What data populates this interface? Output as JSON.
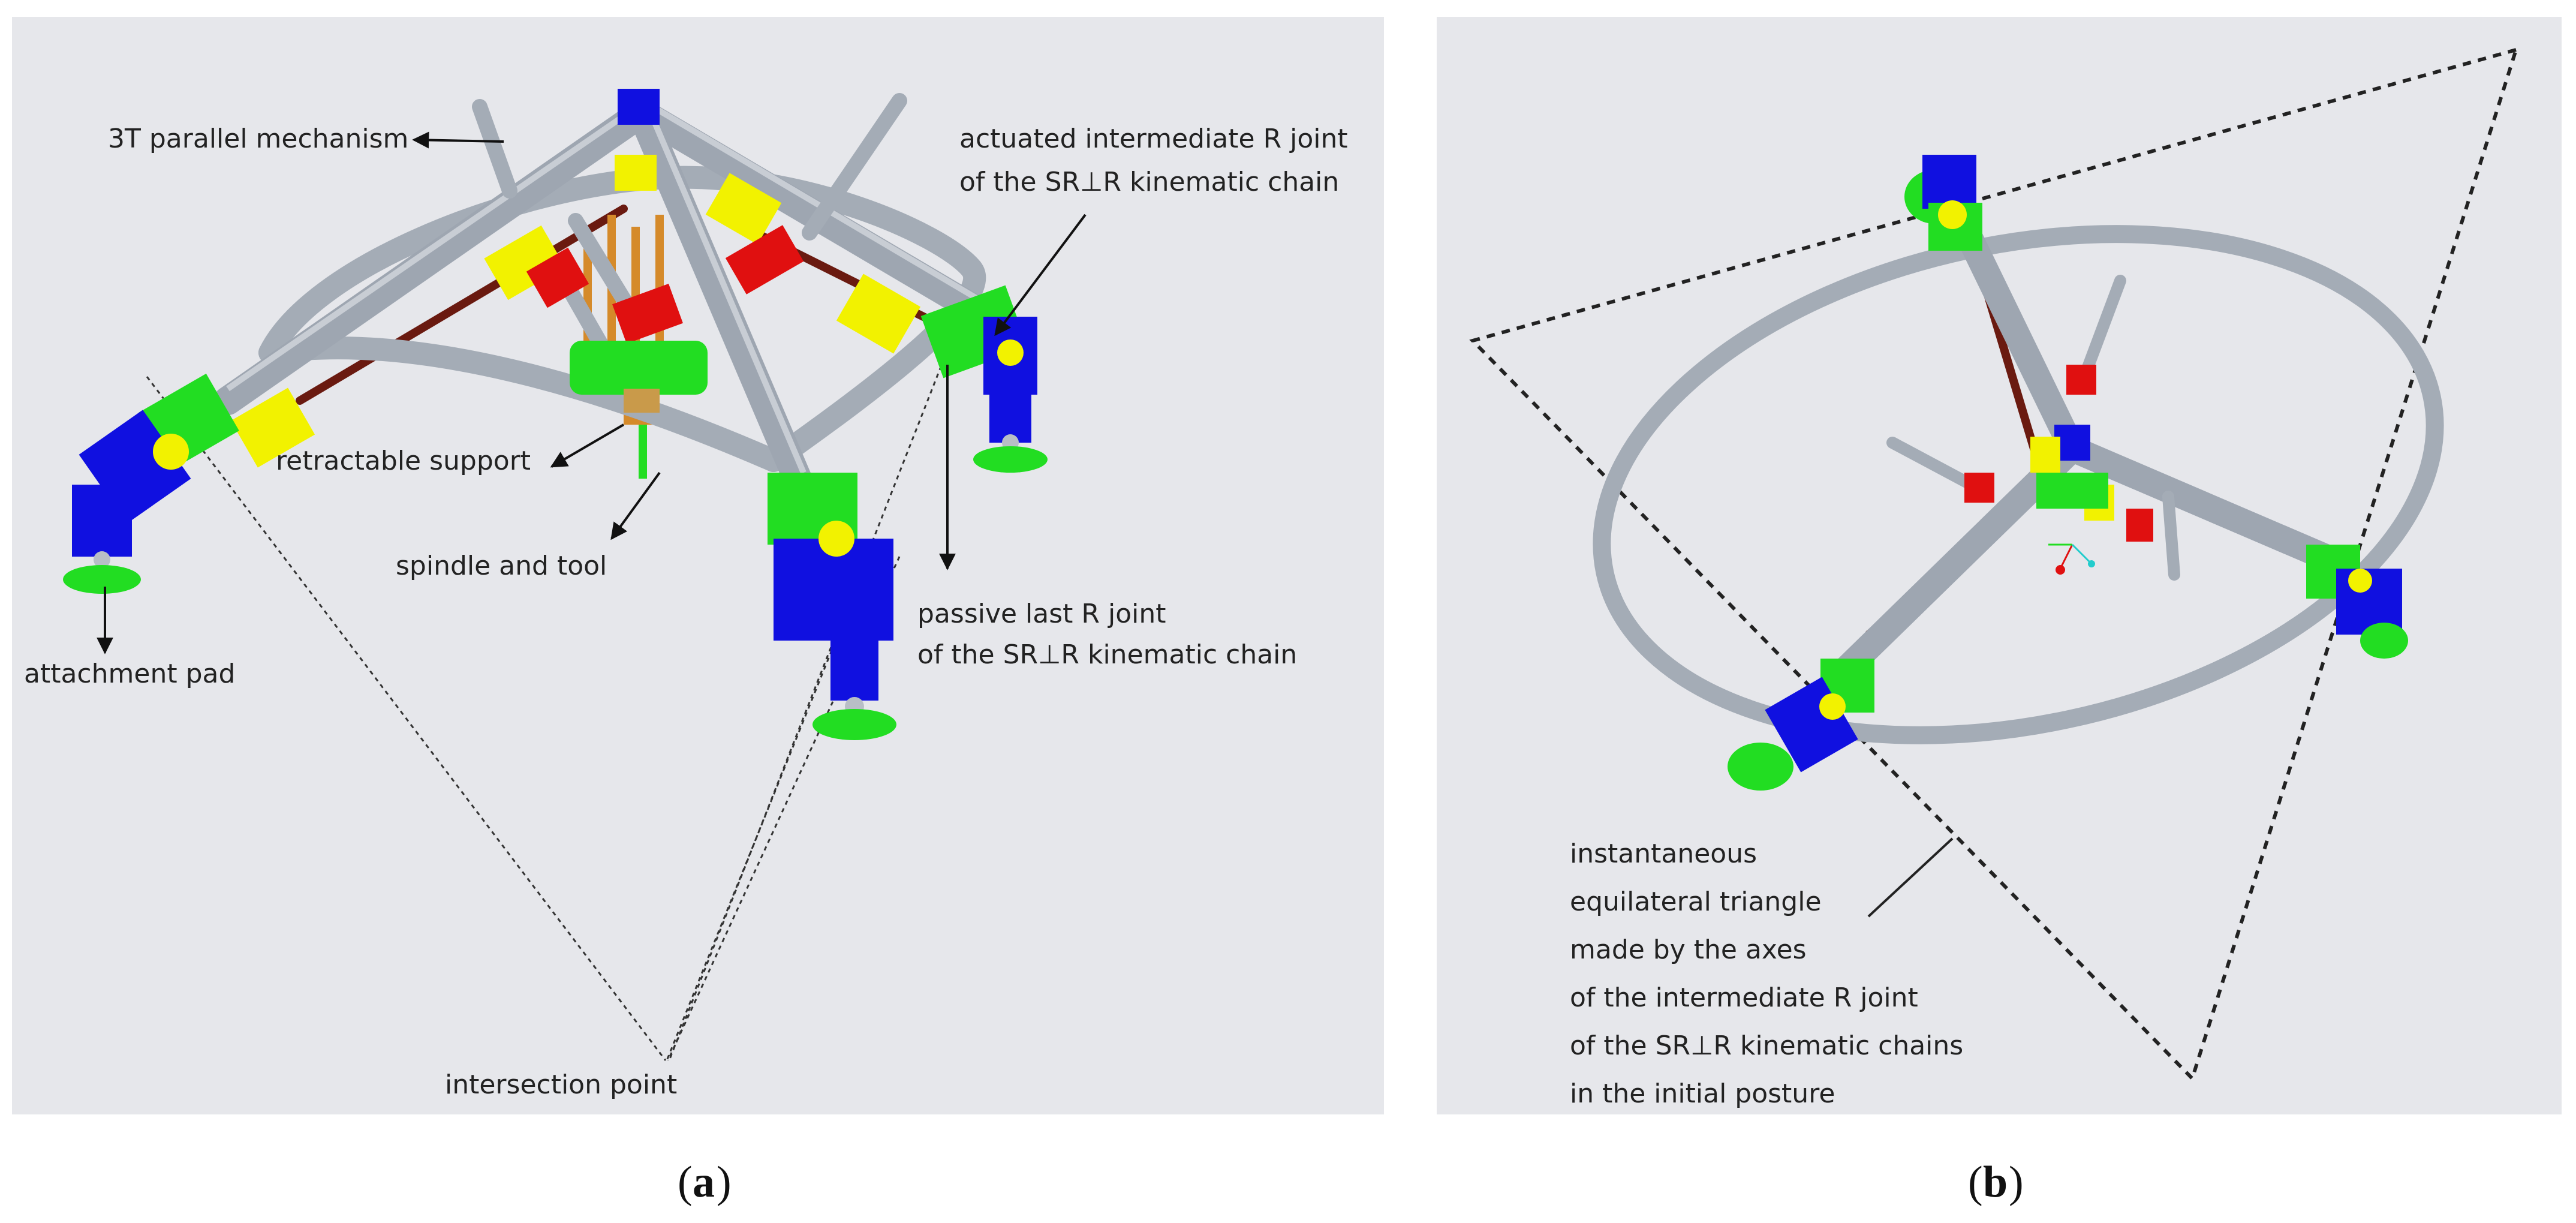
{
  "panel_a": {
    "labels": {
      "mechanism": "3T parallel mechanism",
      "actuated_line1": "actuated intermediate R joint",
      "actuated_line2": "of the SR⊥R kinematic chain",
      "retractable": "retractable support",
      "spindle": "spindle and tool",
      "pad": "attachment pad",
      "passive_line1": "passive last R joint",
      "passive_line2": "of the SR⊥R kinematic chain",
      "intersection": "intersection point"
    },
    "caption_letter": "a"
  },
  "panel_b": {
    "labels": {
      "line1": "instantaneous",
      "line2": "equilateral triangle",
      "line3": "made by the axes",
      "line4": "of the intermediate R joint",
      "line5": "of the SR⊥R kinematic chains",
      "line6": "in the initial posture"
    },
    "caption_letter": "b"
  },
  "colors": {
    "background": "#e6e7eb",
    "frame": "#a4acb6",
    "blue": "#1010e0",
    "green": "#22dd22",
    "yellow": "#f2f200",
    "red": "#e01010",
    "orange": "#d58a2a",
    "brown": "#6a1a10"
  }
}
